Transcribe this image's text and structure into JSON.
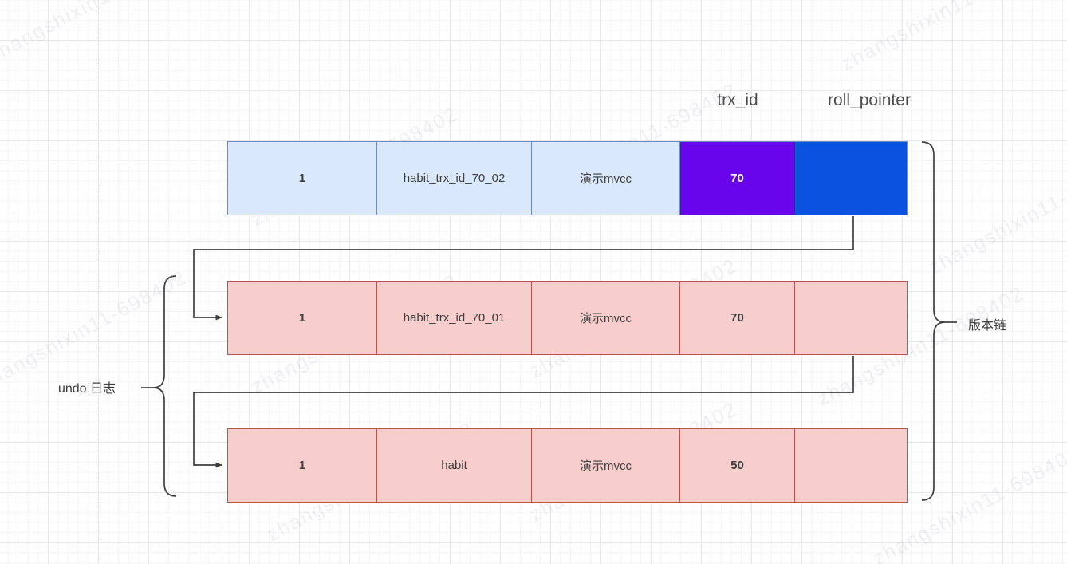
{
  "diagram": {
    "column_headers": {
      "trx_id": "trx_id",
      "roll_pointer": "roll_pointer"
    },
    "side_labels": {
      "undo_log": "undo 日志",
      "version_chain": "版本链"
    },
    "rows": [
      {
        "type": "current-version",
        "cells": [
          "1",
          "habit_trx_id_70_02",
          "演示mvcc",
          "70",
          ""
        ]
      },
      {
        "type": "undo-version-1",
        "cells": [
          "1",
          "habit_trx_id_70_01",
          "演示mvcc",
          "70",
          ""
        ]
      },
      {
        "type": "undo-version-2",
        "cells": [
          "1",
          "habit",
          "演示mvcc",
          "50",
          ""
        ]
      }
    ],
    "colors": {
      "current_row_fill": "#dae8fc",
      "current_row_border": "#6c8ebf",
      "trx_id_cell_fill": "#6905ec",
      "roll_pointer_cell_fill": "#0a52e0",
      "undo_row_fill": "#f8cecc",
      "undo_row_border": "#b85450",
      "connector_stroke": "#3f3f3f"
    }
  },
  "watermark": {
    "text": "zhangshixin11-698402"
  }
}
